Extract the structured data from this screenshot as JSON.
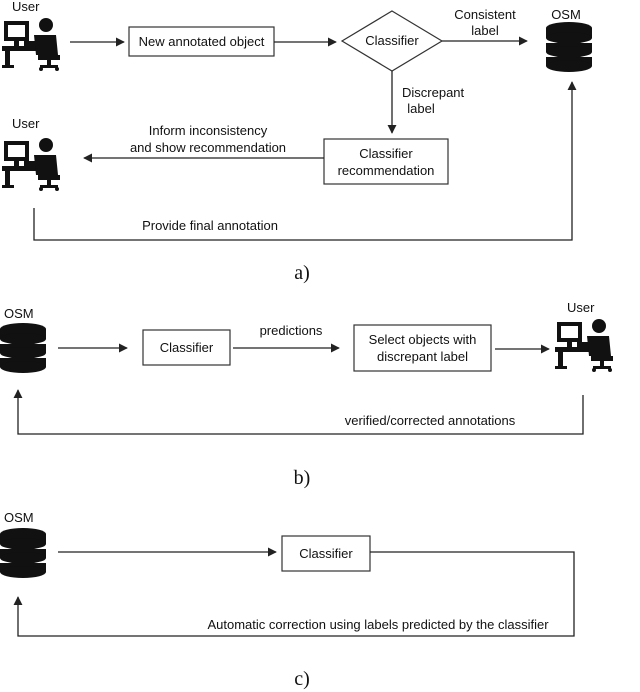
{
  "panel_a": {
    "caption": "a)",
    "user_top_label": "User",
    "user_bottom_label": "User",
    "new_object_label": "New annotated object",
    "classifier_label": "Classifier",
    "consistent_label_line1": "Consistent",
    "consistent_label_line2": "label",
    "osm_label": "OSM",
    "discrepant_label_line1": "Discrepant",
    "discrepant_label_line2": "label",
    "recommendation_line1": "Classifier",
    "recommendation_line2": "recommendation",
    "inform_line1": "Inform inconsistency",
    "inform_line2": "and show recommendation",
    "final_annotation_label": "Provide final annotation"
  },
  "panel_b": {
    "caption": "b)",
    "osm_label": "OSM",
    "classifier_label": "Classifier",
    "predictions_label": "predictions",
    "select_line1": "Select objects with",
    "select_line2": "discrepant label",
    "user_label": "User",
    "verified_label": "verified/corrected annotations"
  },
  "panel_c": {
    "caption": "c)",
    "osm_label": "OSM",
    "classifier_label": "Classifier",
    "correction_label": "Automatic correction using labels predicted by the classifier"
  },
  "colors": {
    "ink": "#111111",
    "box_stroke": "#333333",
    "background": "#ffffff"
  },
  "icons": {
    "user": "user-at-computer-icon",
    "database": "database-icon"
  }
}
